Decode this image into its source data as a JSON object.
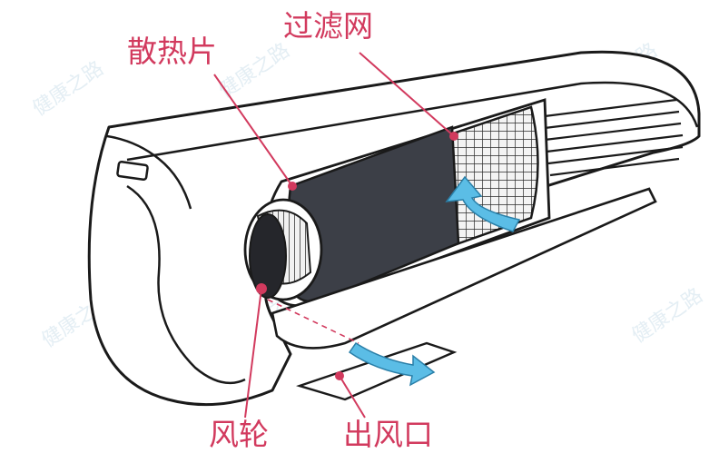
{
  "labels": {
    "heatsink": "散热片",
    "filter": "过滤网",
    "fan": "风轮",
    "outlet": "出风口"
  },
  "watermark": {
    "text": "健康之路"
  },
  "colors": {
    "label": "#d23a5e",
    "leader_line": "#d23a5e",
    "outline": "#1a1a1a",
    "heatsink_fill": "#3c3f47",
    "airflow_arrow": "#5bbde6",
    "watermark": "#d6e6ef"
  },
  "icons": {
    "airflow_in": "airflow-intake-arrow-icon",
    "airflow_out": "airflow-outlet-arrow-icon"
  }
}
